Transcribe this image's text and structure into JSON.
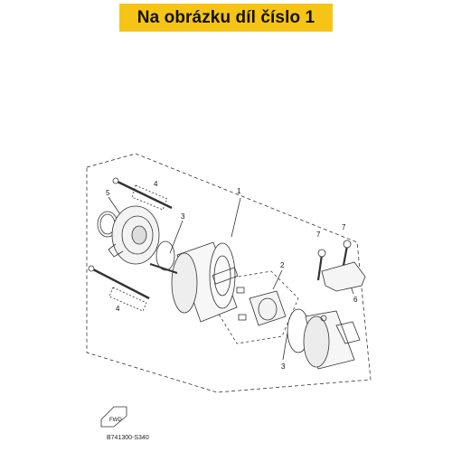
{
  "banner": {
    "text": "Na obrázku díl číslo 1",
    "color": "#f6c416"
  },
  "diagram": {
    "callouts": [
      "1",
      "2",
      "3",
      "3",
      "4",
      "4",
      "5",
      "6",
      "7",
      "7"
    ],
    "direction_label": "FWD",
    "drawing_code": "B741300-S340"
  }
}
